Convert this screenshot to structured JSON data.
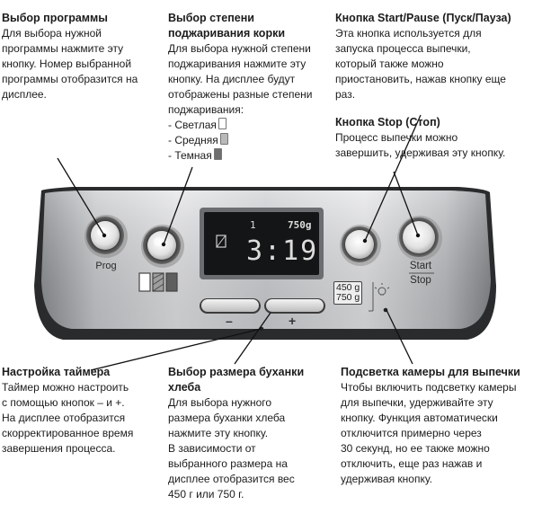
{
  "callouts": {
    "program": {
      "title": "Выбор программы",
      "body": "Для выбора нужной\nпрограммы нажмите эту\nкнопку. Номер выбранной\nпрограммы отобразится на\nдисплее."
    },
    "crust": {
      "title": "Выбор степени\nподжаривания корки",
      "body": "Для выбора нужной степени\nподжаривания нажмите эту\nкнопку. На дисплее будут\nотображены разные степени\nподжаривания:",
      "levels": [
        "- Светлая",
        "- Средняя",
        "- Темная"
      ]
    },
    "start_pause": {
      "title": "Кнопка Start/Pause (Пуск/Пауза)",
      "body": "Эта кнопка используется для\nзапуска процесса выпечки,\nкоторый также можно\nприостановить, нажав кнопку еще\nраз."
    },
    "stop": {
      "title": "Кнопка Stop (Стоп)",
      "body": "Процесс выпечки можно\nзавершить, удерживая эту кнопку."
    },
    "timer": {
      "title": "Настройка таймера",
      "body": "Таймер можно настроить\nс помощью кнопок – и +.\nНа дисплее отобразится\nскорректированное время\nзавершения процесса."
    },
    "loaf": {
      "title": "Выбор размера буханки\nхлеба",
      "body": "Для выбора нужного\nразмера буханки хлеба\nнажмите эту кнопку.\nВ зависимости от\nвыбранного размера на\nдисплее отобразится вес\n450 г или 750 г."
    },
    "light": {
      "title": "Подсветка камеры для выпечки",
      "body": "Чтобы включить подсветку камеры\nдля выпечки, удерживайте эту\nкнопку. Функция автоматически\nотключится примерно через\n30 секунд, но ее также можно\nотключить, еще раз нажав и\nудерживая кнопку."
    }
  },
  "panel": {
    "prog_label": "Prog",
    "start_label": "Start",
    "stop_label": "Stop",
    "minus_label": "–",
    "plus_label": "+",
    "display": {
      "program_number": "1",
      "weight": "750g",
      "time": "3:19"
    },
    "size_options": [
      "450 g",
      "750 g"
    ]
  }
}
